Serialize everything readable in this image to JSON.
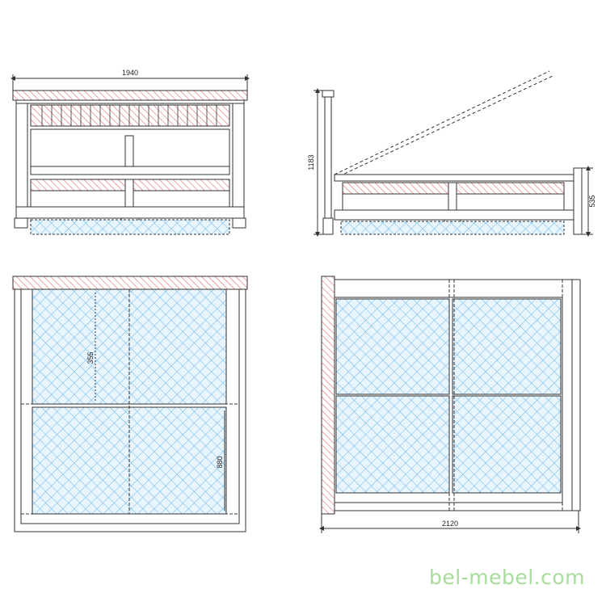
{
  "dimensions": {
    "front_width": "1940",
    "side_height": "1183",
    "side_footboard_height": "535",
    "top_segment": "355",
    "top_width": "880",
    "plan_length": "2120"
  },
  "branding": {
    "text": "bel-mebel.com"
  },
  "colors": {
    "line": "#333333",
    "hatch_red": "#e06a6a",
    "mesh_blue": "#5aaee8",
    "mesh_fill": "#e8f5fd",
    "brand_green": "#a7dd9a"
  }
}
